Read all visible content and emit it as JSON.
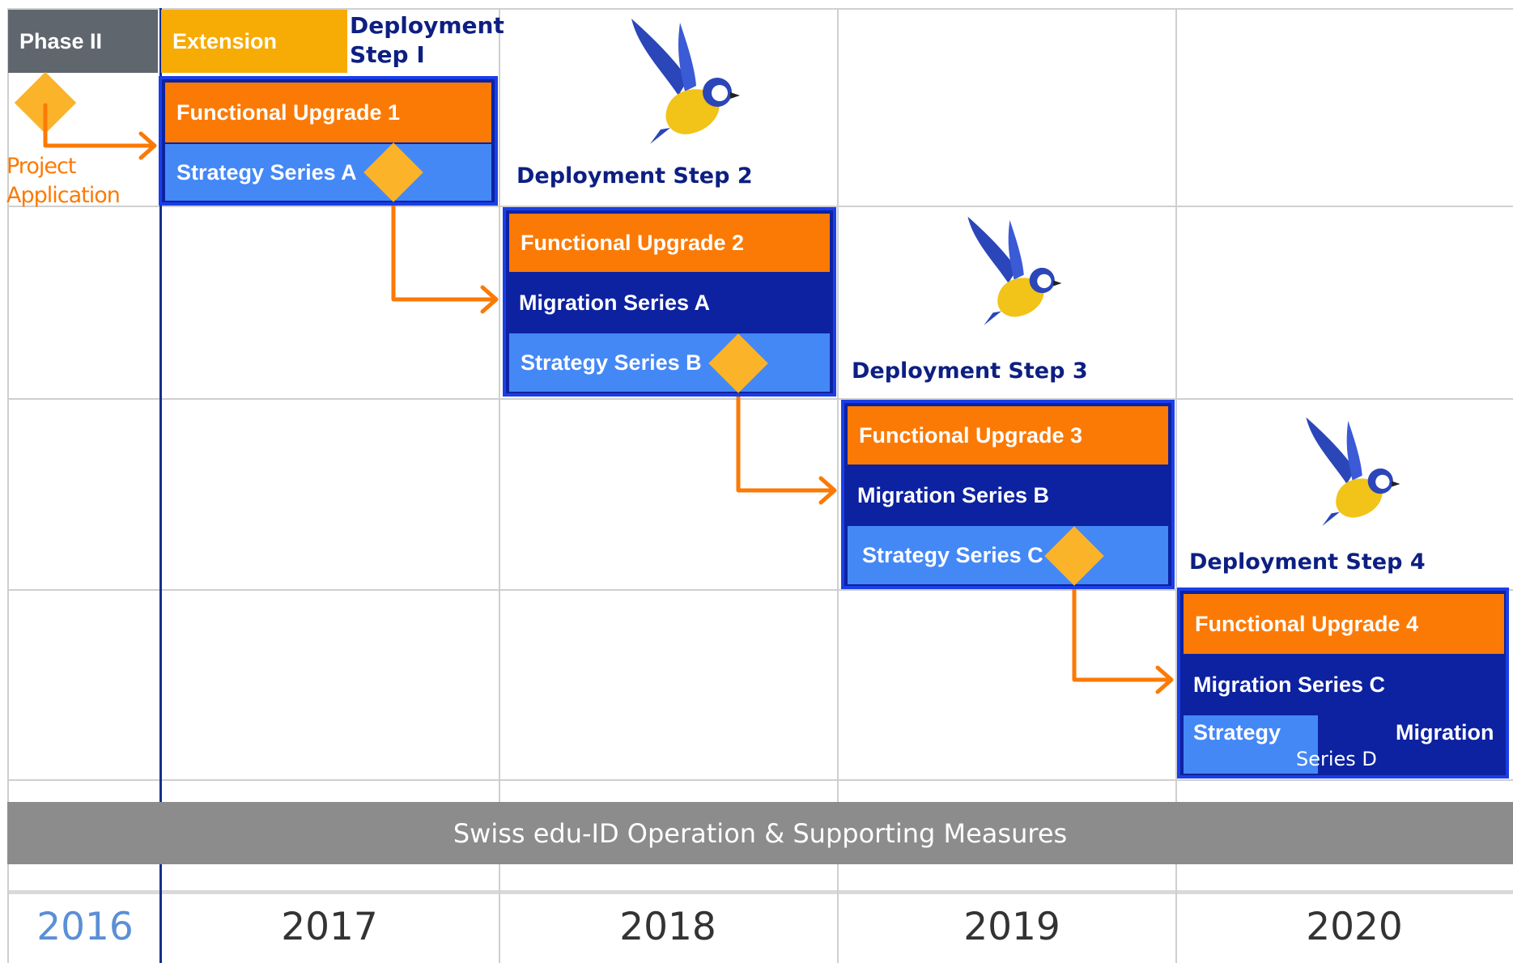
{
  "header": {
    "phase_label": "Phase II",
    "extension_label": "Extension",
    "deployment_step_1": "Deployment Step I"
  },
  "milestone": {
    "project_application_line1": "Project",
    "project_application_line2": "Application"
  },
  "steps": [
    {
      "deployment_label": "Deployment Step 2",
      "functional_upgrade": "Functional Upgrade 1",
      "strategy": "Strategy Series A"
    },
    {
      "deployment_label": "Deployment Step 3",
      "functional_upgrade": "Functional Upgrade 2",
      "migration": "Migration Series A",
      "strategy": "Strategy Series B"
    },
    {
      "deployment_label": "Deployment Step 4",
      "functional_upgrade": "Functional Upgrade 3",
      "migration": "Migration Series B",
      "strategy": "Strategy Series C"
    },
    {
      "functional_upgrade": "Functional Upgrade 4",
      "migration": "Migration Series C",
      "strategy": "Strategy",
      "migration_d": "Migration",
      "series_d": "Series D"
    }
  ],
  "operation_bar": "Swiss edu-ID Operation & Supporting Measures",
  "years": [
    "2016",
    "2017",
    "2018",
    "2019",
    "2020"
  ],
  "colors": {
    "orange": "#fb7a05",
    "navy": "#0d22a0",
    "light_blue": "#4488f6",
    "border_blue": "#1a3ee8",
    "gold": "#fbb32a",
    "phase_grey": "#5f666d",
    "operation_grey": "#8c8c8c",
    "year_2016": "#5b8fd6"
  }
}
